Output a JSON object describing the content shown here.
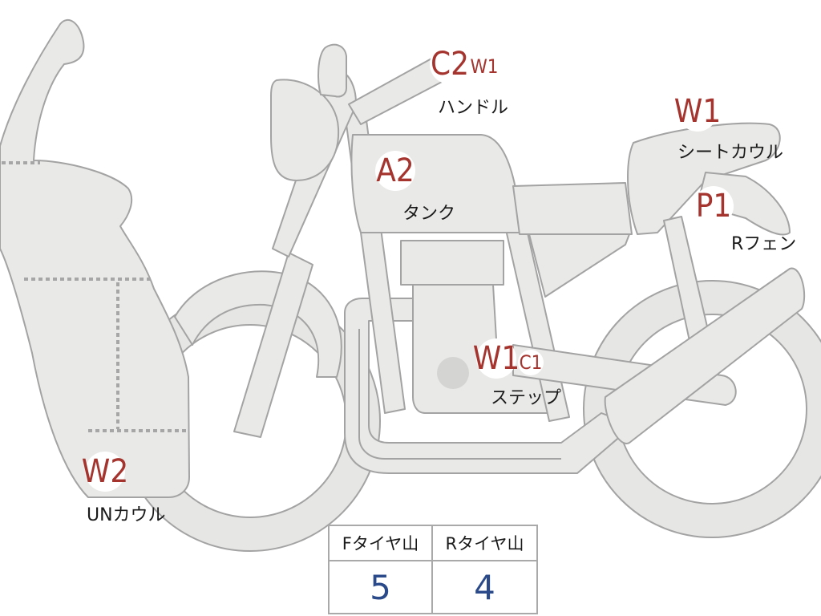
{
  "badges": {
    "handle_main": "C2",
    "handle_sub": "W1",
    "seat_cowl": "W1",
    "tank": "A2",
    "rear_fender": "P1",
    "step_main": "W1",
    "step_sub": "C1",
    "under_cowl": "W2"
  },
  "labels": {
    "handle": "ハンドル",
    "seat_cowl": "シートカウル",
    "tank": "タンク",
    "rear_fender": "Rフェン",
    "step": "ステップ",
    "under_cowl": "UNカウル"
  },
  "tire_table": {
    "front_header": "Fタイヤ山",
    "rear_header": "Rタイヤ山",
    "front_value": "5",
    "rear_value": "4"
  },
  "colors": {
    "part_fill": "#e9e9e7",
    "part_stroke": "#a3a3a3",
    "badge_text": "#a5342e",
    "value_text": "#2b4a8a"
  }
}
